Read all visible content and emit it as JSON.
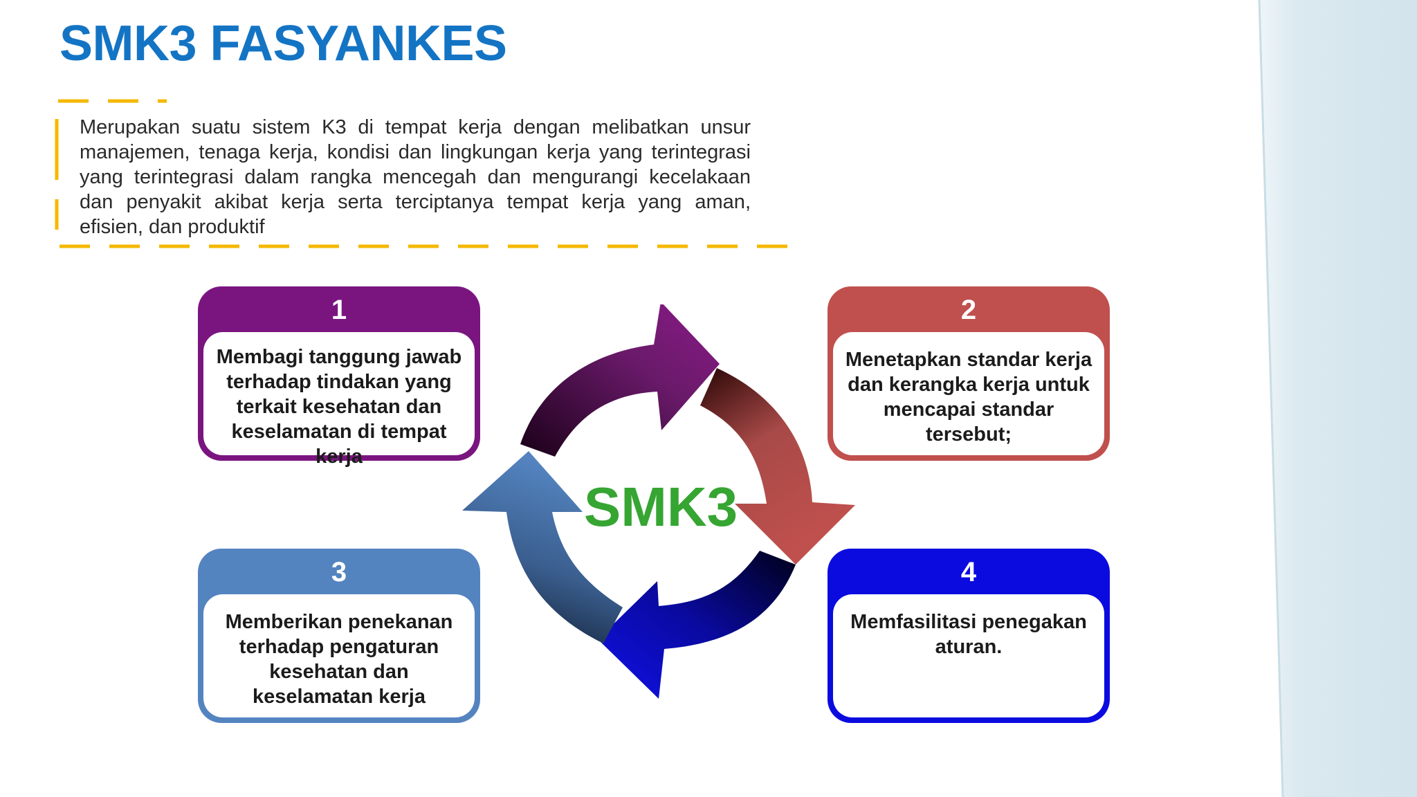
{
  "title": "SMK3 FASYANKES",
  "definition": "Merupakan suatu sistem K3 di tempat  kerja dengan  melibatkan  unsur manajemen, tenaga kerja, kondisi dan lingkungan kerja yang terintegrasi yang terintegrasi  dalam rangka mencegah  dan  mengurangi kecelakaan dan  penyakit  akibat  kerja  serta  terciptanya  tempat  kerja  yang  aman, efisien, dan produktif",
  "center_label": "SMK3",
  "steps": [
    {
      "number": "1",
      "text": "Membagi tanggung jawab terhadap tindakan yang terkait kesehatan dan keselamatan di tempat kerja"
    },
    {
      "number": "2",
      "text": "Menetapkan standar kerja dan kerangka kerja untuk  mencapai standar tersebut;"
    },
    {
      "number": "3",
      "text": "Memberikan penekanan terhadap pengaturan kesehatan dan keselamatan kerja"
    },
    {
      "number": "4",
      "text": "Memfasilitasi penegakan aturan."
    }
  ],
  "colors": {
    "title": "#1474c4",
    "dash_border": "#f5b800",
    "step1": "#7a1580",
    "step2": "#c0504d",
    "step3": "#5484c0",
    "step4": "#0b0be0",
    "center_label": "#36a532",
    "side_panel": "#dbe9f0"
  }
}
